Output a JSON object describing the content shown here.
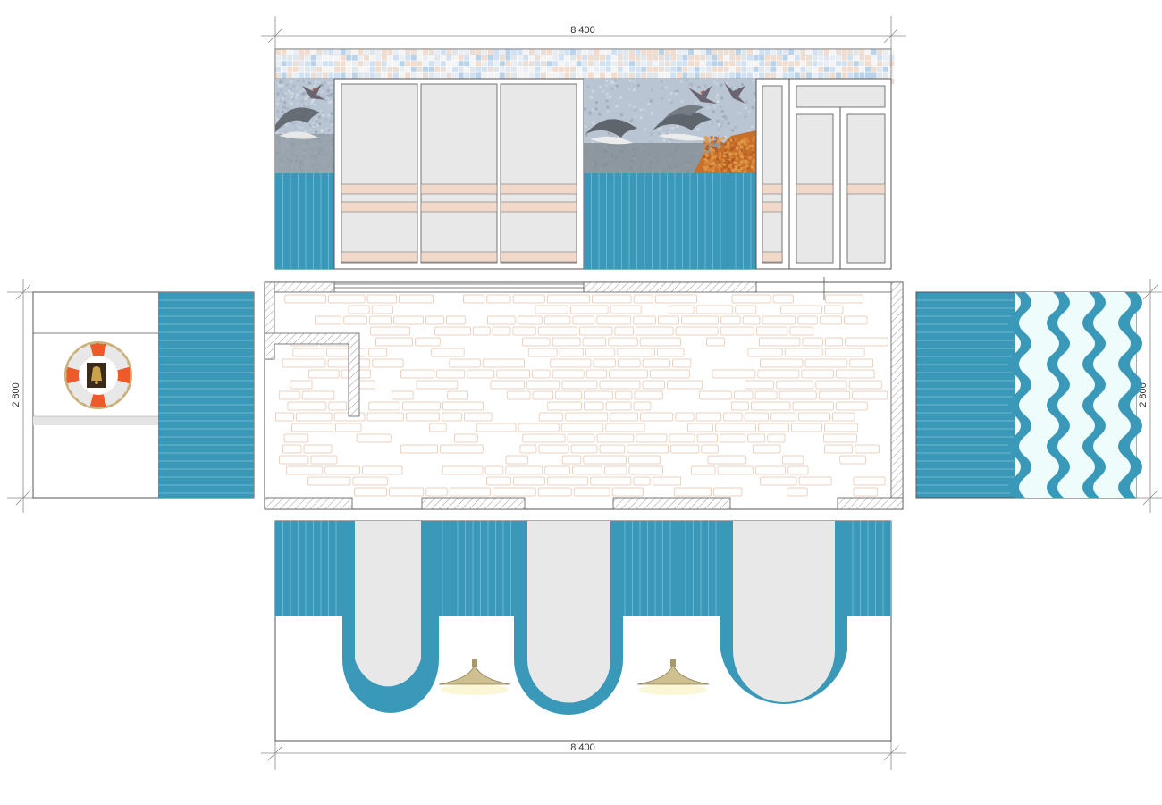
{
  "dimensions": {
    "top_width": "8 400",
    "bottom_width": "8 400",
    "left_height": "2 800",
    "right_height": "2 800"
  },
  "colors": {
    "accent_blue": "#3a98b9",
    "panel_grey": "#e8e8e8",
    "stripe_peach": "#f2d8c8",
    "lifebuoy_orange": "#ee5a2a",
    "wave_light": "#eefcfc",
    "lamp_gold": "#cfc08f",
    "stone_line": "#e6c2a6",
    "mosaic_sky": "#b8c4d2",
    "line_dark": "#555555"
  },
  "icons": {
    "lifebuoy": "lifebuoy-icon",
    "bell": "bell-icon",
    "dolphin": "dolphin-icon",
    "bird": "bird-icon",
    "lamp": "lamp-icon"
  }
}
